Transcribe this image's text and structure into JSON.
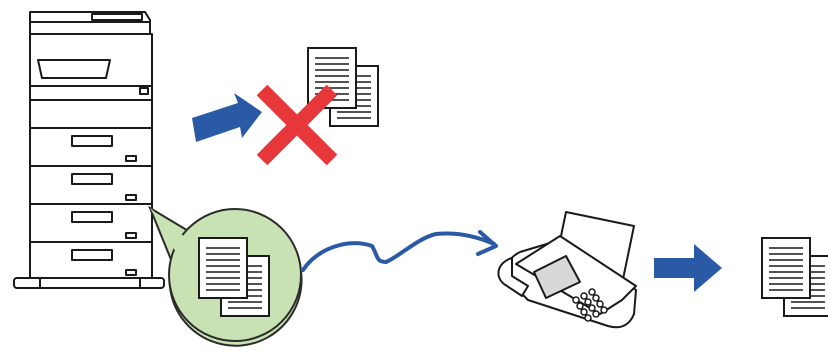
{
  "diagram": {
    "nodes": [
      {
        "id": "mfp",
        "icon": "multifunction-printer-icon"
      },
      {
        "id": "stored-docs",
        "icon": "stacked-documents-icon"
      },
      {
        "id": "blocked-print",
        "icon": "stacked-documents-icon",
        "status": "not printed"
      },
      {
        "id": "fax-machine",
        "icon": "fax-machine-icon"
      },
      {
        "id": "received-docs",
        "icon": "stacked-documents-icon"
      }
    ],
    "edges": [
      {
        "from": "mfp",
        "to": "blocked-print",
        "icon": "blue-arrow-icon",
        "marker": "red-x-icon"
      },
      {
        "from": "stored-docs",
        "to": "fax-machine",
        "icon": "lightning-transmission-icon"
      },
      {
        "from": "fax-machine",
        "to": "received-docs",
        "icon": "blue-arrow-icon"
      }
    ]
  },
  "colors": {
    "outline": "#1a1a1a",
    "arrow_blue": "#2a5aa6",
    "cross_red": "#e8373b",
    "bubble_green": "#c9e2b3",
    "bubble_green_stroke": "#2b2b2b",
    "paper": "#ffffff",
    "screen_gray": "#d8d8d8"
  }
}
